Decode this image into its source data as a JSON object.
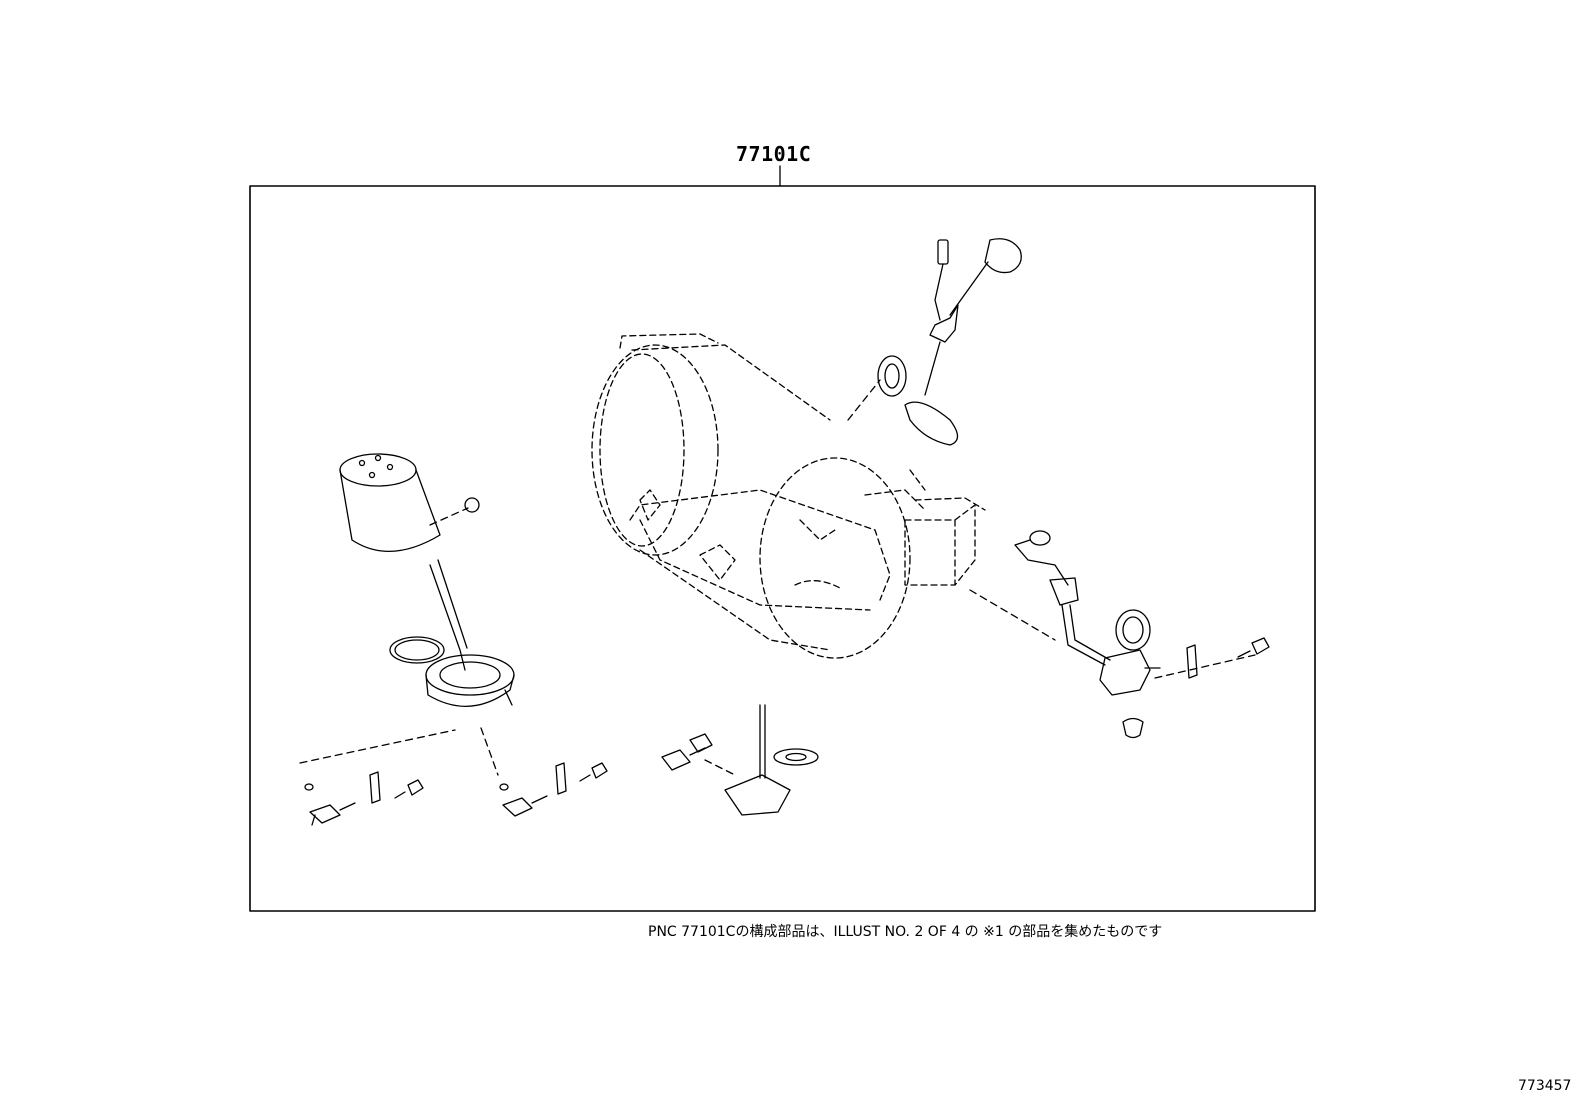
{
  "part_number_label": "77101C",
  "note": "PNC 77101Cの構成部品は、ILLUST NO. 2 OF 4 の ※1 の部品を集めたものです",
  "illustration_ref": "773457"
}
